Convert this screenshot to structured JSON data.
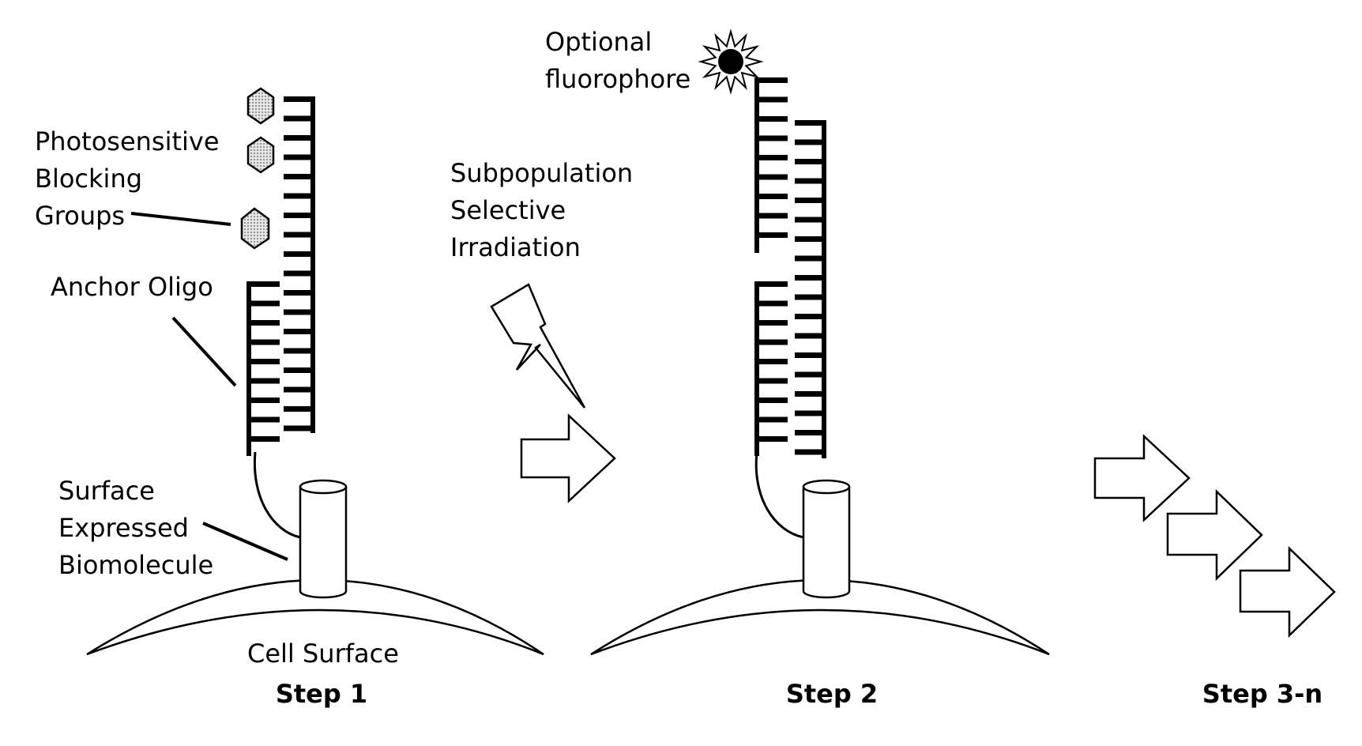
{
  "labels": {
    "photosensitive_line1": "Photosensitive",
    "photosensitive_line2": "Blocking",
    "photosensitive_line3": "Groups",
    "anchor_oligo": "Anchor Oligo",
    "surface_line1": "Surface",
    "surface_line2": "Expressed",
    "surface_line3": "Biomolecule",
    "cell_surface": "Cell Surface",
    "subpop_line1": "Subpopulation",
    "subpop_line2": "Selective",
    "subpop_line3": "Irradiation",
    "fluor_line1": "Optional",
    "fluor_line2": "fluorophore"
  },
  "steps": {
    "step1": "Step 1",
    "step2": "Step 2",
    "step3": "Step 3-n"
  },
  "colors": {
    "ink": "#000000",
    "blocking_group_fill": "#d0d0d0",
    "background": "#ffffff"
  }
}
